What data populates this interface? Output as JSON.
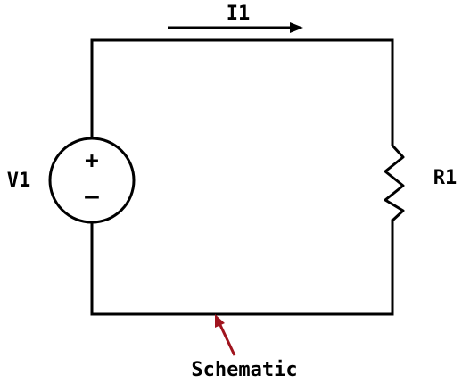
{
  "components": {
    "source": {
      "label": "V1",
      "plus": "+",
      "minus": "–"
    },
    "resistor": {
      "label": "R1"
    },
    "current": {
      "label": "I1"
    }
  },
  "annotation": {
    "label": "Schematic",
    "color": "#a0141e"
  }
}
